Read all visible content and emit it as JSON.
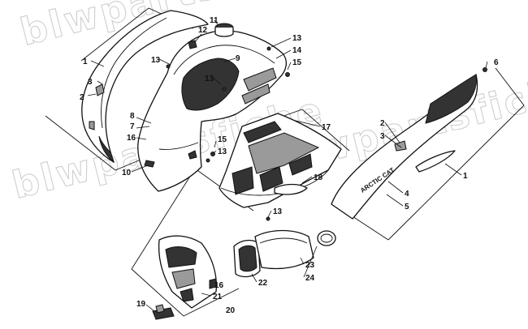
{
  "watermark": {
    "line1": "blwpartsfiche",
    "line2": "blwpartsfiche",
    "line3": "blwpartsfiche"
  },
  "brand_decal": "ARCTIC CAT",
  "callouts": {
    "c1_left": "1",
    "c2_left": "2",
    "c3_left": "3",
    "c1_right": "1",
    "c2_right": "2",
    "c3_right": "3",
    "c4": "4",
    "c5": "5",
    "c6": "6",
    "c7": "7",
    "c8": "8",
    "c9": "9",
    "c10": "10",
    "c11": "11",
    "c12": "12",
    "c13_a": "13",
    "c13_b": "13",
    "c13_c": "13",
    "c13_d": "13",
    "c13_e": "13",
    "c14": "14",
    "c15_a": "15",
    "c15_b": "15",
    "c16_a": "16",
    "c16_b": "16",
    "c17": "17",
    "c18": "18",
    "c19": "19",
    "c20": "20",
    "c21": "21",
    "c22": "22",
    "c23": "23",
    "c24": "24"
  }
}
